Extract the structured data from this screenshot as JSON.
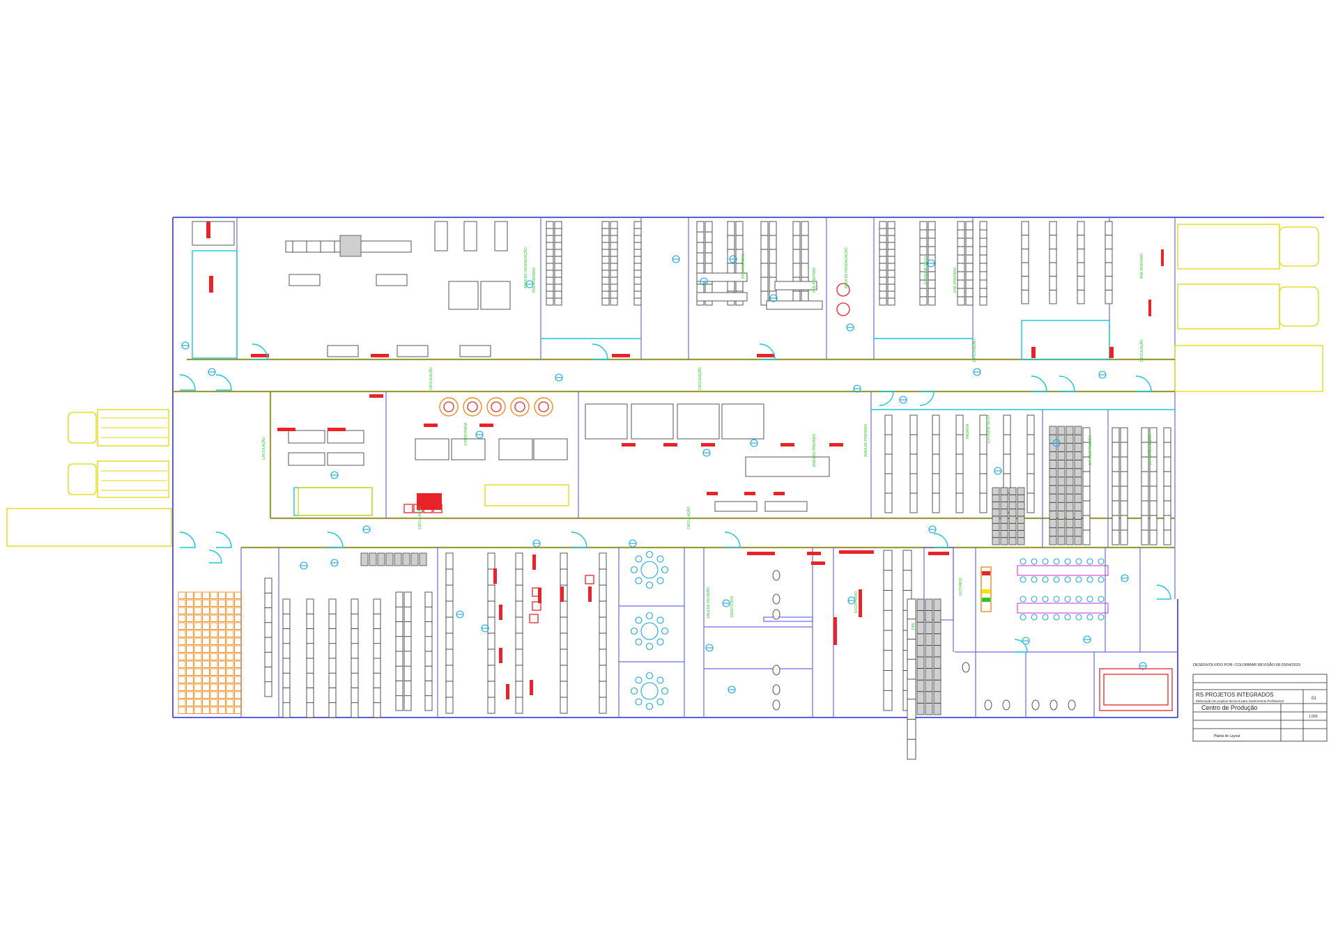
{
  "drawing": {
    "title_block": {
      "header_note": "DESENVOLVIDO POR: COLORMAR REVISÃO:08 03/04/2019",
      "firm": "RS PROJETOS INTEGRADOS",
      "firm_sub": "Elaboração de projetos técnicos para Gastronomia Profissional",
      "project": "Centro de Produção",
      "sheet_desc": "Planta de Layout",
      "sheet_no": "01",
      "scale": "1:250"
    },
    "room_labels": [
      "CIRCULAÇÃO",
      "CIRCULAÇÃO",
      "CIRCULAÇÃO",
      "CIRCULAÇÃO",
      "CIRCULAÇÃO",
      "CIRCULAÇÃO",
      "CIRCULAÇÃO",
      "ÁREA DE HIGIENIZAÇÃO",
      "ÁREA DE HIGIENIZAÇÃO",
      "PRÉ-PREPARO",
      "PRÉ-PREPARO",
      "PRÉ-PREPARO",
      "PRÉ-PREPARO",
      "PRÉ-PREPARO",
      "ÁREA DE PREPARO",
      "ÁREA DE PREPARO",
      "CONFEITARIA",
      "PADARIA",
      "SALA DE REUNIÃO",
      "REFEITÓRIO",
      "ESTOQUE SECO",
      "ESTOQUE SECO",
      "C.F. RESFRIADOS",
      "C.F. CONGELADOS",
      "VESTIÁRIO",
      "ESCRITÓRIO",
      "DML"
    ],
    "colors": {
      "walls": "#5b5be6",
      "corridor": "#9a9a3a",
      "doors": "#19c7d8",
      "equipment": "#555555",
      "power_points": "#e8232a",
      "labels": "#2fd02f",
      "vehicles": "#e0d800"
    }
  }
}
